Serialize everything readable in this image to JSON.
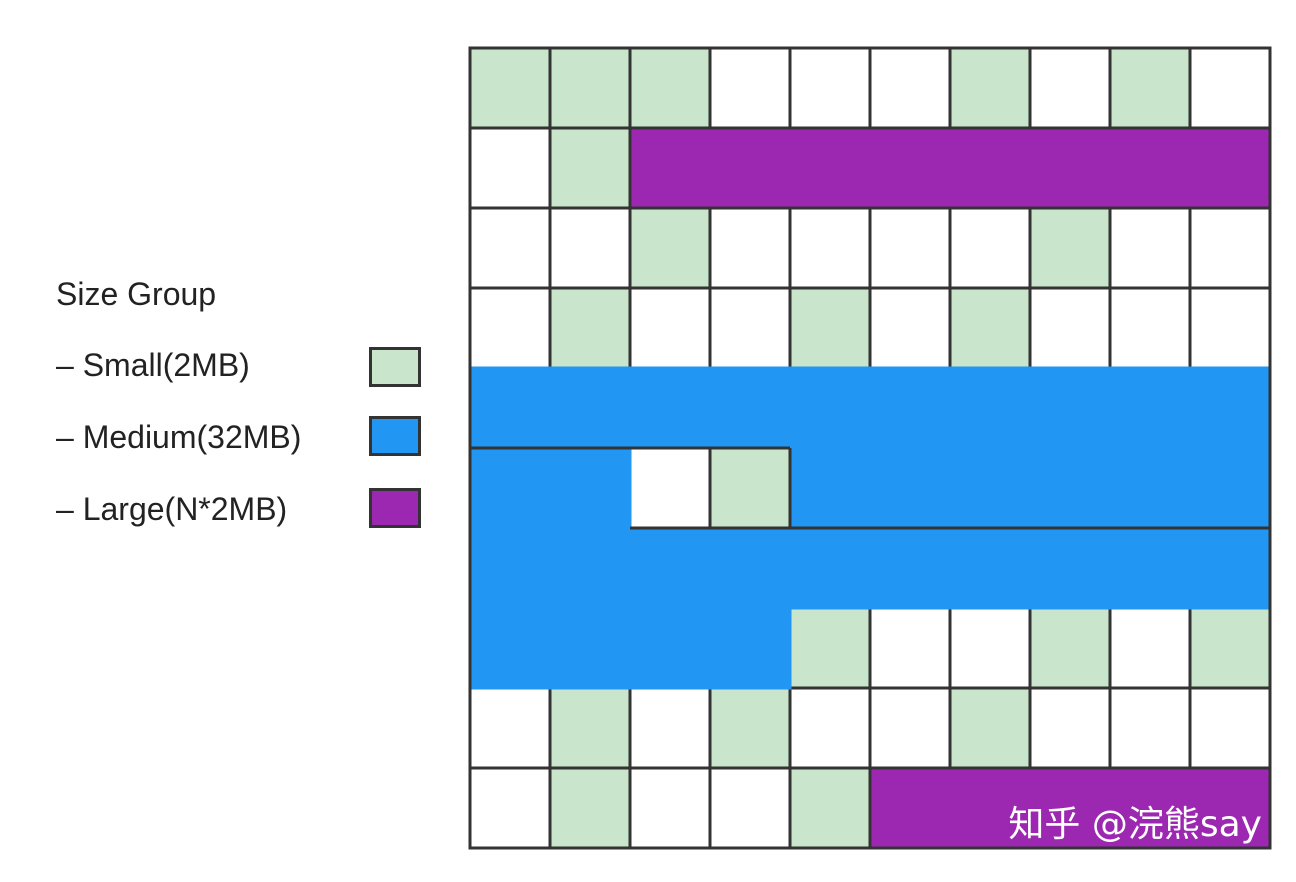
{
  "legend": {
    "title": "Size Group",
    "items": [
      {
        "label": "– Small(2MB)",
        "color": "#c9e5cc",
        "kind": "small"
      },
      {
        "label": "– Medium(32MB)",
        "color": "#2196f3",
        "kind": "medium"
      },
      {
        "label": "– Large(N*2MB)",
        "color": "#9c27b0",
        "kind": "large"
      }
    ]
  },
  "grid": {
    "rows": 10,
    "cols": 10,
    "colors": {
      "small": "#c9e5cc",
      "medium": "#2196f3",
      "large": "#9c27b0",
      "empty": "#ffffff",
      "line": "#333333"
    },
    "small_cells": [
      [
        0,
        0
      ],
      [
        0,
        1
      ],
      [
        0,
        2
      ],
      [
        0,
        6
      ],
      [
        0,
        8
      ],
      [
        1,
        1
      ],
      [
        2,
        2
      ],
      [
        2,
        7
      ],
      [
        3,
        1
      ],
      [
        3,
        4
      ],
      [
        3,
        6
      ],
      [
        5,
        3
      ],
      [
        7,
        4
      ],
      [
        7,
        7
      ],
      [
        7,
        9
      ],
      [
        8,
        1
      ],
      [
        8,
        3
      ],
      [
        8,
        6
      ],
      [
        9,
        1
      ],
      [
        9,
        4
      ]
    ],
    "medium_regions": [
      {
        "cells": [
          [
            4,
            0
          ],
          [
            4,
            1
          ],
          [
            4,
            2
          ],
          [
            4,
            3
          ],
          [
            4,
            4
          ],
          [
            4,
            5
          ],
          [
            4,
            6
          ],
          [
            4,
            7
          ],
          [
            4,
            8
          ],
          [
            4,
            9
          ]
        ]
      },
      {
        "cells": [
          [
            5,
            0
          ],
          [
            5,
            1
          ],
          [
            6,
            0
          ],
          [
            6,
            1
          ],
          [
            6,
            2
          ],
          [
            6,
            3
          ],
          [
            7,
            0
          ],
          [
            7,
            1
          ],
          [
            7,
            2
          ],
          [
            7,
            3
          ]
        ]
      },
      {
        "cells": [
          [
            5,
            4
          ],
          [
            5,
            5
          ],
          [
            5,
            6
          ],
          [
            5,
            7
          ],
          [
            5,
            8
          ],
          [
            5,
            9
          ],
          [
            6,
            4
          ],
          [
            6,
            5
          ],
          [
            6,
            6
          ],
          [
            6,
            7
          ],
          [
            6,
            8
          ],
          [
            6,
            9
          ]
        ]
      }
    ],
    "large_regions": [
      {
        "row": 1,
        "col_start": 2,
        "col_end": 9
      },
      {
        "row": 9,
        "col_start": 5,
        "col_end": 9
      }
    ]
  },
  "watermark": "知乎 @浣熊say"
}
